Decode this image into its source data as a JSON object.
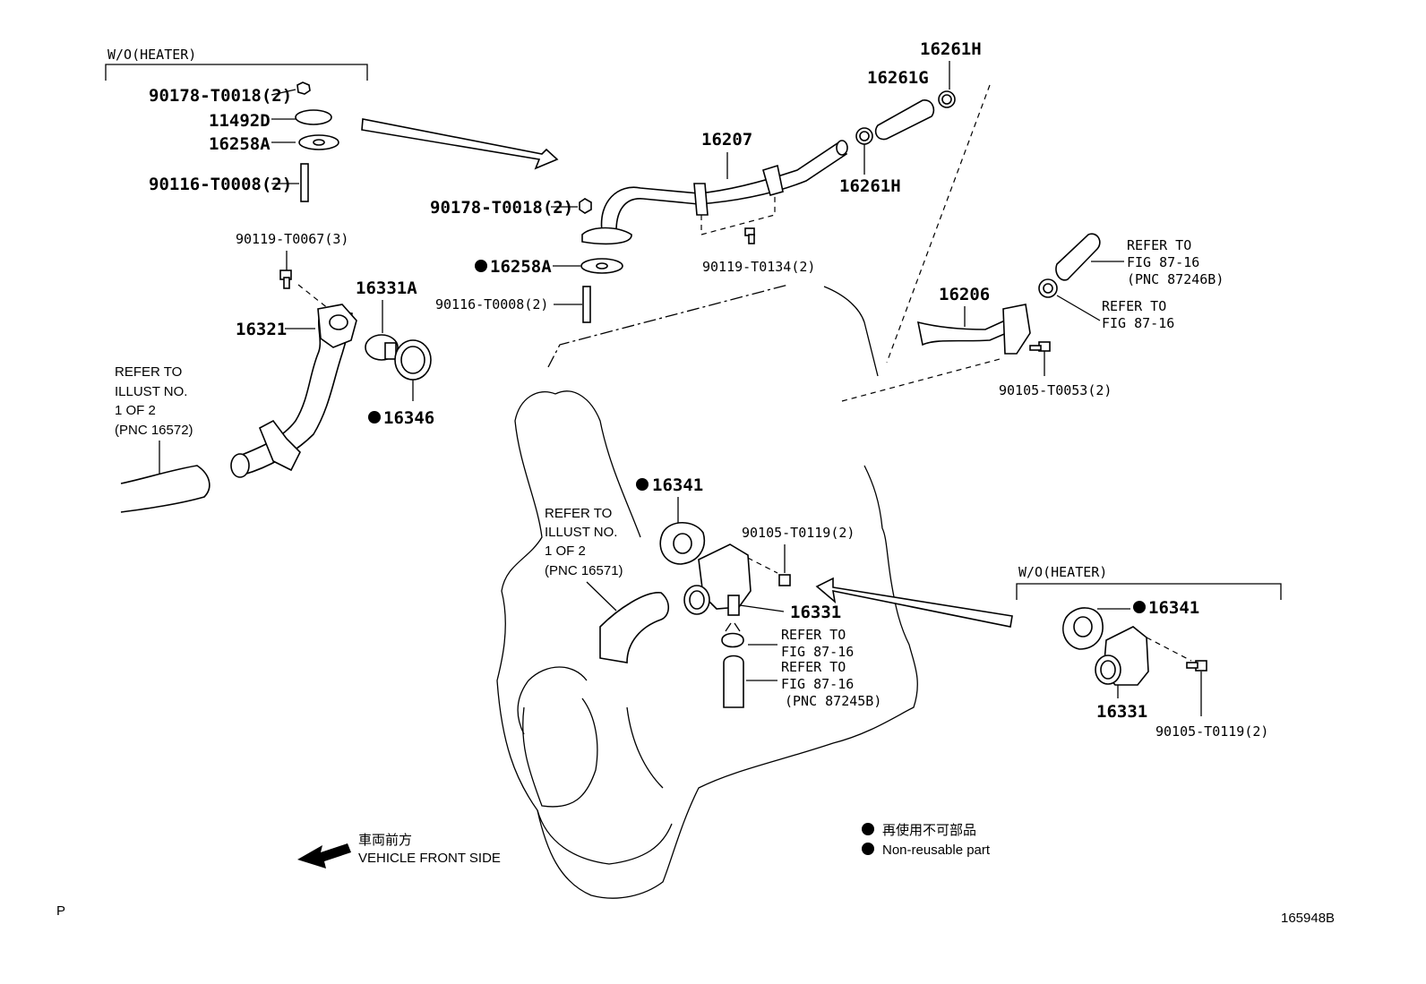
{
  "diagram": {
    "groups": {
      "wo_heater_top": "W/O(HEATER)",
      "wo_heater_right": "W/O(HEATER)"
    },
    "labels": {
      "p90178_a": "90178-T0018(2)",
      "p11492d": "11492D",
      "p16258a_a": "16258A",
      "p90116_a": "90116-T0008(2)",
      "p90119_t0067": "90119-T0067(3)",
      "p16331a": "16331A",
      "p16321": "16321",
      "p16346": "16346",
      "p16207": "16207",
      "p16261h_top": "16261H",
      "p16261g": "16261G",
      "p16261h_bot": "16261H",
      "p90178_b": "90178-T0018(2)",
      "p16258a_b": "16258A",
      "p90116_b": "90116-T0008(2)",
      "p90119_t0134": "90119-T0134(2)",
      "p16206": "16206",
      "p90105_t0053": "90105-T0053(2)",
      "p16341_a": "16341",
      "p90105_t0119_a": "90105-T0119(2)",
      "p16331_a": "16331",
      "p16341_b": "16341",
      "p16331_b": "16331",
      "p90105_t0119_b": "90105-T0119(2)"
    },
    "refers": {
      "r87246b": [
        "REFER TO",
        "FIG 87-16",
        "(PNC 87246B)"
      ],
      "r8716_hose": [
        "REFER TO",
        "FIG 87-16"
      ],
      "r8716_clamp": [
        "REFER TO",
        "FIG 87-16"
      ],
      "r87245b": [
        "REFER TO",
        "FIG 87-16",
        "(PNC 87245B)"
      ],
      "r16572": [
        "REFER TO",
        "ILLUST NO.",
        "1 OF 2",
        "(PNC 16572)"
      ],
      "r16571": [
        "REFER TO",
        "ILLUST NO.",
        "1 OF 2",
        "(PNC 16571)"
      ]
    },
    "legend": {
      "jp": "再使用不可部品",
      "en": "Non-reusable part"
    },
    "front": {
      "jp": "車両前方",
      "en": "VEHICLE FRONT SIDE"
    },
    "corner_left": "P",
    "figure_id": "165948B"
  }
}
